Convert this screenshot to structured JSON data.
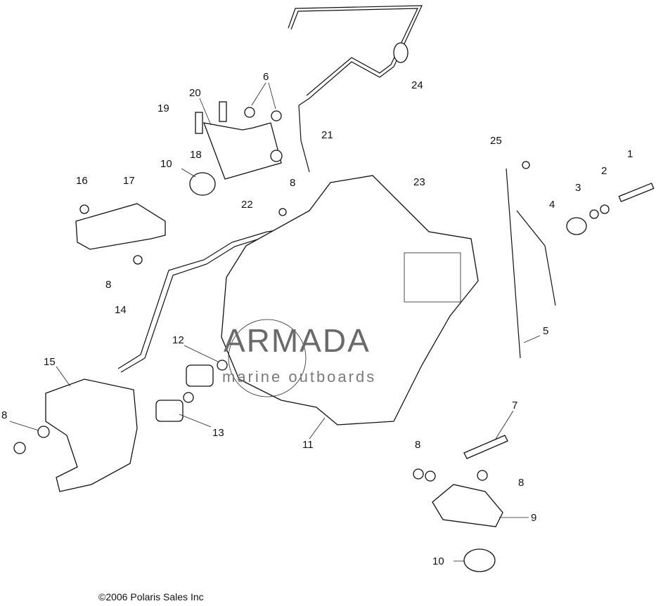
{
  "callouts": [
    "1",
    "2",
    "3",
    "4",
    "5",
    "6",
    "7",
    "8",
    "8",
    "8",
    "8",
    "8",
    "9",
    "10",
    "10",
    "11",
    "12",
    "13",
    "14",
    "15",
    "16",
    "17",
    "18",
    "19",
    "20",
    "21",
    "22",
    "23",
    "24",
    "25"
  ],
  "watermark": {
    "title": "ARMADA",
    "subtitle": "marine outboards",
    "accent": "#d87fb4"
  },
  "copyright": "©2006 Polaris Sales Inc"
}
